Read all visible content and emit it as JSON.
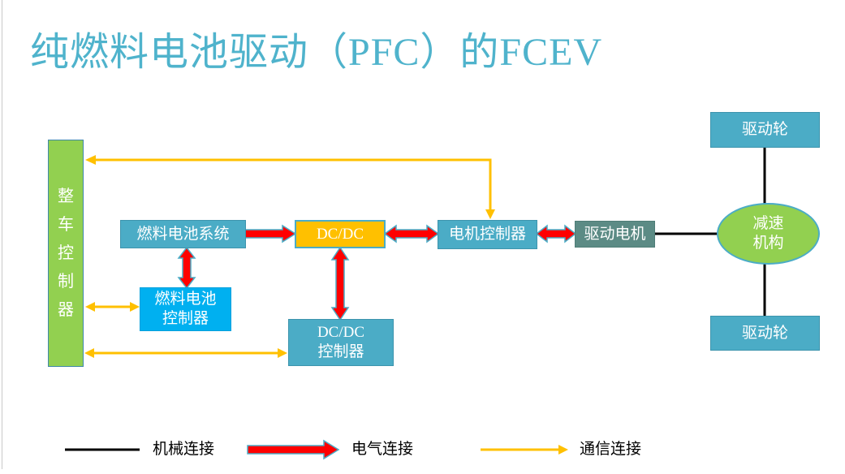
{
  "title": "纯燃料电池驱动（PFC）的FCEV",
  "colors": {
    "title_text": "#4FB3CC",
    "teal_box": "#4BACC6",
    "teal_box_border": "#3D94AD",
    "green_box": "#92D050",
    "orange_box": "#FFC000",
    "bright_blue_box": "#00B0F0",
    "slate_box": "#5C8B85",
    "electrical_red": "#FF0000",
    "communication_yellow": "#FFC000",
    "mechanical_black": "#000000",
    "box_text": "#ffffff"
  },
  "nodes": {
    "vehicle_controller": {
      "label": "整车控制器"
    },
    "fuel_cell_system": {
      "label": "燃料电池系统"
    },
    "dcdc": {
      "label": "DC/DC"
    },
    "motor_controller": {
      "label": "电机控制器"
    },
    "drive_motor": {
      "label": "驱动电机"
    },
    "fuel_cell_controller": {
      "label": "燃料电池\n控制器"
    },
    "dcdc_controller": {
      "label": "DC/DC\n控制器"
    },
    "reducer": {
      "label": "减速\n机构"
    },
    "drive_wheel_top": {
      "label": "驱动轮"
    },
    "drive_wheel_bottom": {
      "label": "驱动轮"
    }
  },
  "connections": {
    "electrical": [
      "燃料电池系统 → DC/DC",
      "DC/DC ↔ 电机控制器",
      "电机控制器 ↔ 驱动电机",
      "燃料电池系统 ↔ 燃料电池控制器",
      "DC/DC ↔ DC/DC控制器"
    ],
    "mechanical": [
      "驱动电机 — 减速机构",
      "减速机构 — 驱动轮(上)",
      "减速机构 — 驱动轮(下)"
    ],
    "communication": [
      "整车控制器 ↔ 电机控制器",
      "整车控制器 ↔ 燃料电池控制器",
      "整车控制器 ↔ DC/DC控制器"
    ]
  },
  "legend": [
    {
      "type": "mechanical",
      "label": "机械连接"
    },
    {
      "type": "electrical",
      "label": "电气连接"
    },
    {
      "type": "communication",
      "label": "通信连接"
    }
  ]
}
